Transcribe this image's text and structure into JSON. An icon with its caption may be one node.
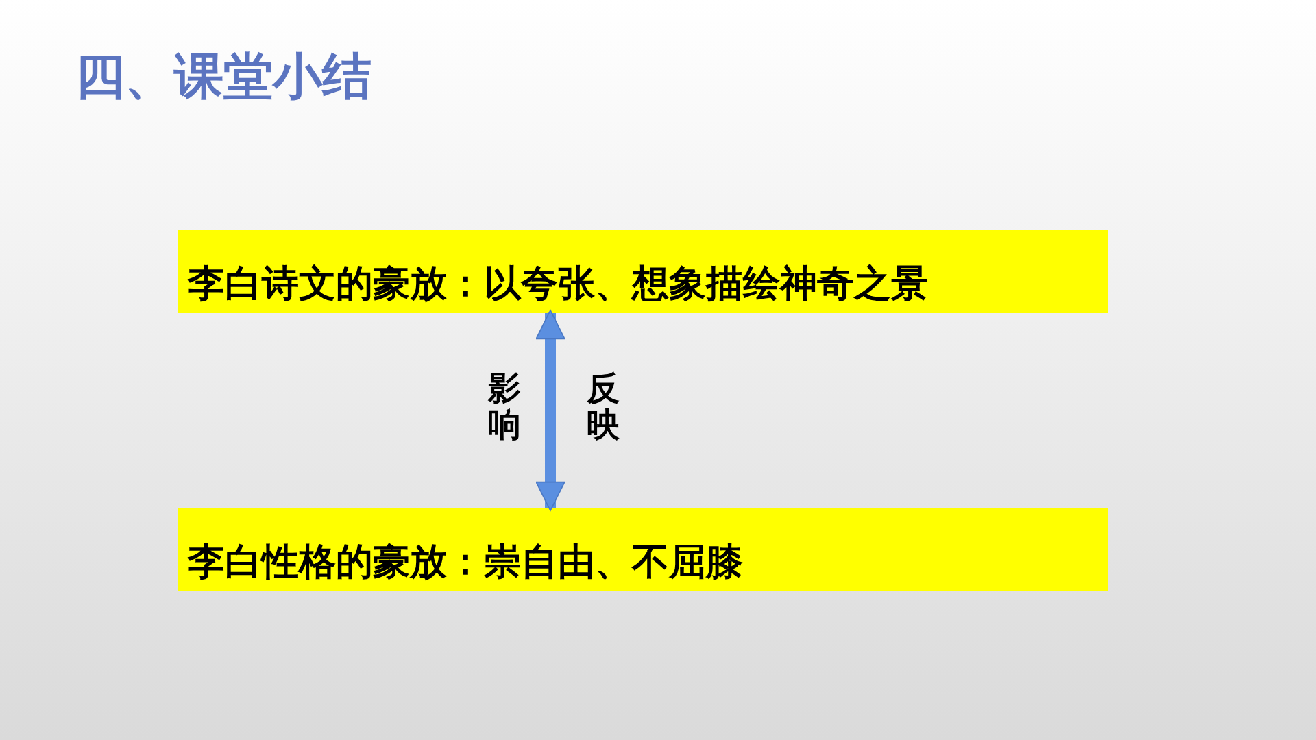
{
  "diagram": {
    "title": "四、课堂小结",
    "nodes": [
      {
        "text": [
          "李白诗文的豪放：以夸张、想象描绘神奇之景"
        ]
      },
      {
        "text": [
          "李白性格的豪放：崇自由、不屈膝"
        ]
      }
    ],
    "edges": [
      {
        "from": 1,
        "to": 0,
        "arrow": "both"
      }
    ],
    "labels": [
      "影响",
      "反映"
    ]
  }
}
